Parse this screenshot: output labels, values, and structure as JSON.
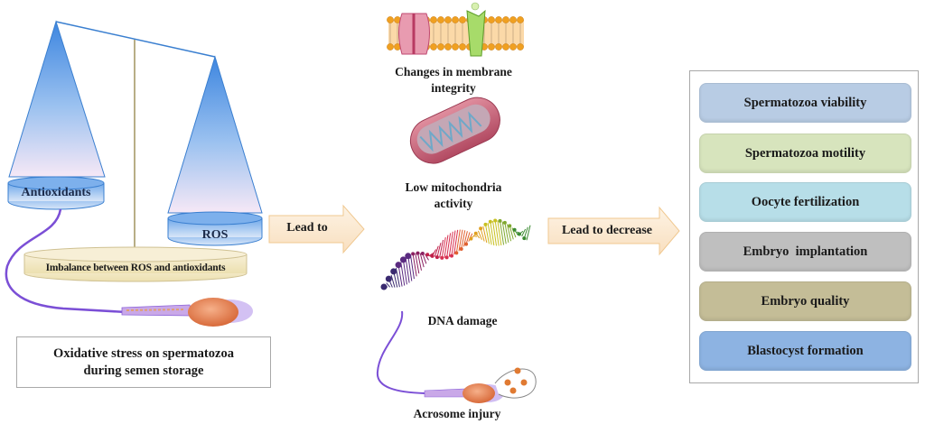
{
  "scale": {
    "left_pan_label": "Antioxidants",
    "right_pan_label": "ROS",
    "base_label": "Imbalance between ROS and antioxidants"
  },
  "caption": {
    "line1": "Oxidative stress on spermatozoa",
    "line2": "during semen storage"
  },
  "arrows": {
    "first": "Lead to",
    "second": "Lead to decrease"
  },
  "effects": [
    {
      "label_line1": "Changes in membrane",
      "label_line2": "integrity",
      "icon": "cell-membrane-icon"
    },
    {
      "label_line1": "Low mitochondria",
      "label_line2": "activity",
      "icon": "mitochondria-icon"
    },
    {
      "label_line1": "DNA damage",
      "label_line2": "",
      "icon": "dna-helix-icon"
    },
    {
      "label_line1": "Acrosome injury",
      "label_line2": "",
      "icon": "spermatozoon-acrosome-icon"
    }
  ],
  "outcomes": [
    {
      "label": "Spermatozoa viability",
      "color": "#b8cce4"
    },
    {
      "label": "Spermatozoa motility",
      "color": "#d7e4bd"
    },
    {
      "label": "Oocyte fertilization",
      "color": "#b7dee8"
    },
    {
      "label": "Embryo  implantation",
      "color": "#bfbfbf"
    },
    {
      "label": "Embryo quality",
      "color": "#c4bd97"
    },
    {
      "label": "Blastocyst formation",
      "color": "#8db3e2"
    }
  ],
  "colors": {
    "cone_top": "#4a90e2",
    "cone_bottom": "#f3e6f5",
    "arrow_fill": "#fbe8cf",
    "arrow_stroke": "#f0c890",
    "base_fill": "#f5ecc8",
    "sperm_head": "#e9885a",
    "sperm_tail": "#7b4fd6"
  }
}
